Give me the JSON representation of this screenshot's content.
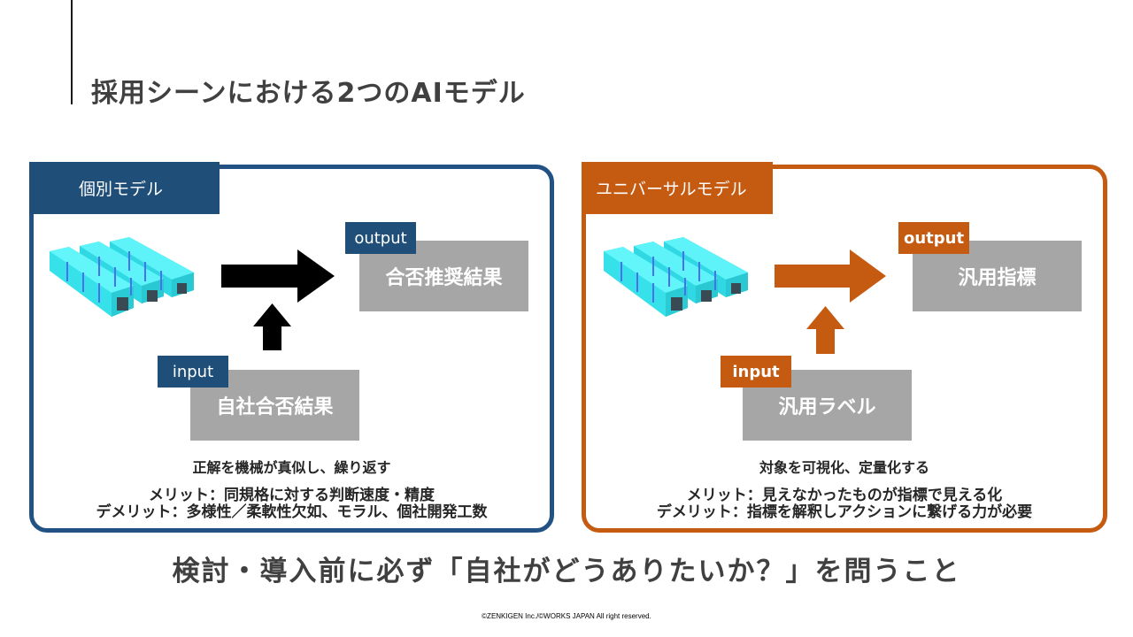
{
  "slide": {
    "title": "採用シーンにおける2つのAIモデル",
    "conclusion": "検討・導入前に必ず「自社がどうありたいか？」を問うこと",
    "copyright": "©ZENKIGEN Inc./©WORKS JAPAN All right reserved."
  },
  "colors": {
    "left_accent": "#1f4e79",
    "right_accent": "#c55a11",
    "box_gray": "#a6a6a6",
    "server_cyan": "#3ee8f0"
  },
  "models": [
    {
      "name": "個別モデル",
      "icon": "server-rack-icon",
      "output_tag": "output",
      "output_label": "合否推奨結果",
      "input_tag": "input",
      "input_label": "自社合否結果",
      "description": "正解を機械が真似し、繰り返す",
      "merit": "メリット：同規格に対する判断速度・精度",
      "demerit": "デメリット：多様性／柔軟性欠如、モラル、個社開発工数"
    },
    {
      "name": "ユニバーサルモデル",
      "icon": "server-rack-icon",
      "output_tag": "output",
      "output_label": "汎用指標",
      "input_tag": "input",
      "input_label": "汎用ラベル",
      "description": "対象を可視化、定量化する",
      "merit": "メリット：見えなかったものが指標で見える化",
      "demerit": "デメリット：指標を解釈しアクションに繋げる力が必要"
    }
  ]
}
